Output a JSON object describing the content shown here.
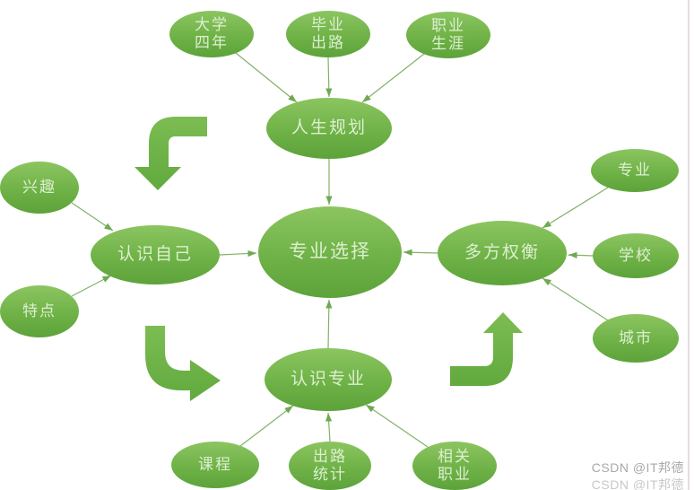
{
  "diagram": {
    "nodes": {
      "college_years": {
        "label": "大学\n四年"
      },
      "graduation_paths": {
        "label": "毕业\n出路"
      },
      "career_life": {
        "label": "职业\n生涯"
      },
      "life_planning": {
        "label": "人生规划"
      },
      "major_selection": {
        "label": "专业选择"
      },
      "know_yourself": {
        "label": "认识自己"
      },
      "interest": {
        "label": "兴趣"
      },
      "traits": {
        "label": "特点"
      },
      "weigh_options": {
        "label": "多方权衡"
      },
      "major": {
        "label": "专业"
      },
      "school": {
        "label": "学校"
      },
      "city": {
        "label": "城市"
      },
      "know_major": {
        "label": "认识专业"
      },
      "courses": {
        "label": "课程"
      },
      "outcome_stats": {
        "label": "出路\n统计"
      },
      "related_careers": {
        "label": "相关\n职业"
      }
    },
    "edges": [
      [
        "college_years",
        "life_planning"
      ],
      [
        "graduation_paths",
        "life_planning"
      ],
      [
        "career_life",
        "life_planning"
      ],
      [
        "life_planning",
        "major_selection"
      ],
      [
        "know_yourself",
        "major_selection"
      ],
      [
        "weigh_options",
        "major_selection"
      ],
      [
        "know_major",
        "major_selection"
      ],
      [
        "interest",
        "know_yourself"
      ],
      [
        "traits",
        "know_yourself"
      ],
      [
        "major",
        "weigh_options"
      ],
      [
        "school",
        "weigh_options"
      ],
      [
        "city",
        "weigh_options"
      ],
      [
        "courses",
        "know_major"
      ],
      [
        "outcome_stats",
        "know_major"
      ],
      [
        "related_careers",
        "know_major"
      ]
    ]
  },
  "watermark": {
    "line1": "CSDN @IT邦德",
    "line2": "CSDN @IT邦德"
  },
  "colors": {
    "node_green_top": "#8cc561",
    "node_green_bottom": "#5ca33a",
    "node_text": "#dcefd0",
    "connector": "#84b167",
    "arrowhead": "#6fa953",
    "block_arrow_top": "#7cbd52",
    "block_arrow_bottom": "#61a93e",
    "watermark_gray": "#a9a9a9"
  }
}
